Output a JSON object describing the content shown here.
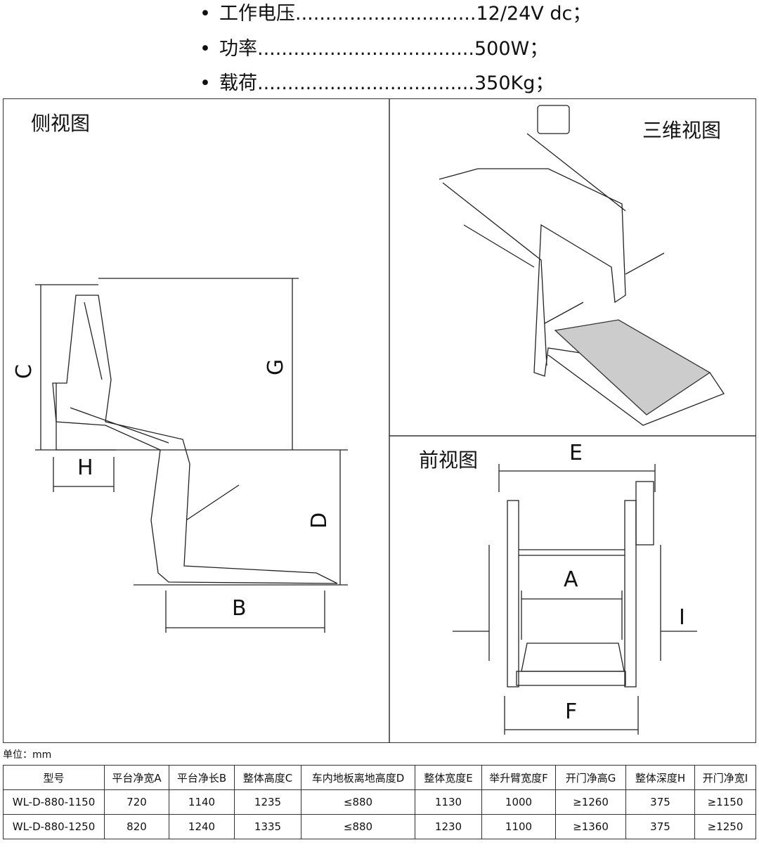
{
  "specs": [
    {
      "label": "工作电压",
      "dots": "..............................",
      "value": "12/24V dc；"
    },
    {
      "label": "功率",
      "dots": "....................................",
      "value": "500W；"
    },
    {
      "label": "载荷",
      "dots": "....................................",
      "value": "350Kg；"
    }
  ],
  "views": {
    "side": "侧视图",
    "three_d": "三维视图",
    "front": "前视图"
  },
  "dims": {
    "A": "A",
    "B": "B",
    "C": "C",
    "D": "D",
    "E": "E",
    "F": "F",
    "G": "G",
    "H": "H",
    "I": "I"
  },
  "unit": "单位：mm",
  "table": {
    "headers": [
      "型号",
      "平台净宽A",
      "平台净长B",
      "整体高度C",
      "车内地板离地高度D",
      "整体宽度E",
      "举升臂宽度F",
      "开门净高G",
      "整体深度H",
      "开门净宽I"
    ],
    "rows": [
      [
        "WL-D-880-1150",
        "720",
        "1140",
        "1235",
        "≤880",
        "1130",
        "1000",
        "≥1260",
        "375",
        "≥1150"
      ],
      [
        "WL-D-880-1250",
        "820",
        "1240",
        "1335",
        "≤880",
        "1230",
        "1100",
        "≥1360",
        "375",
        "≥1250"
      ]
    ]
  }
}
